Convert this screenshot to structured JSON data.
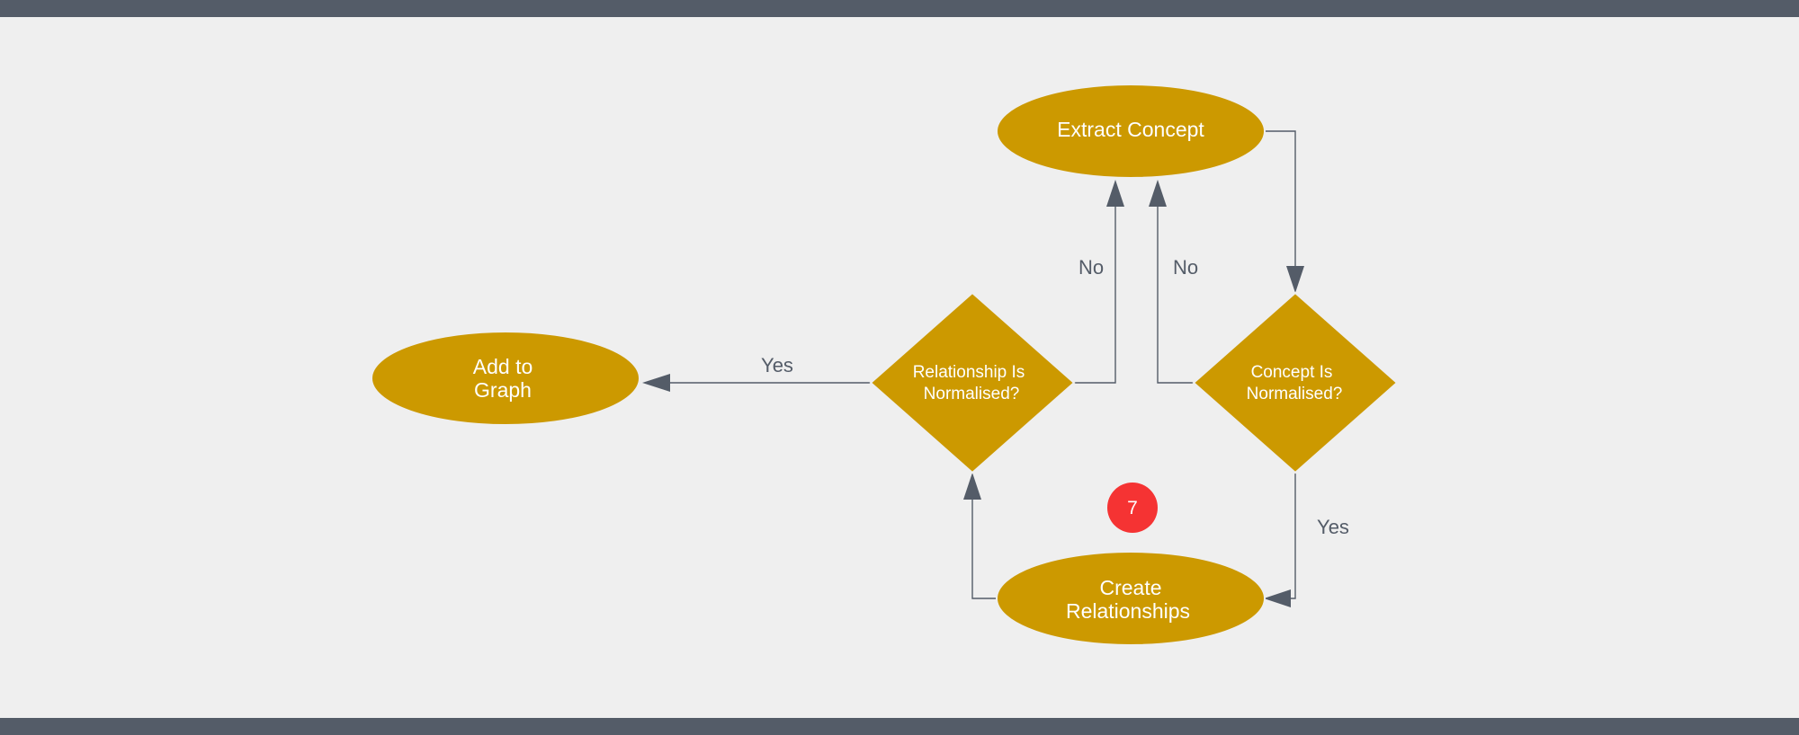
{
  "diagram": {
    "nodes": {
      "extract_concept": {
        "label": "Extract Concept"
      },
      "concept_normalised": {
        "label_line1": "Concept Is",
        "label_line2": "Normalised?"
      },
      "relationship_normalised": {
        "label_line1": "Relationship Is",
        "label_line2": "Normalised?"
      },
      "create_relationships": {
        "label_line1": "Create",
        "label_line2": "Relationships"
      },
      "add_to_graph": {
        "label_line1": "Add to",
        "label_line2": "Graph"
      }
    },
    "edges": {
      "relationship_no": "No",
      "concept_no": "No",
      "concept_yes": "Yes",
      "relationship_yes": "Yes"
    },
    "badge": {
      "value": "7"
    }
  },
  "colors": {
    "node_fill": "#cc9900",
    "line": "#545c68",
    "badge": "#f53333",
    "background": "#efefef",
    "frame_bar": "#545c68"
  }
}
